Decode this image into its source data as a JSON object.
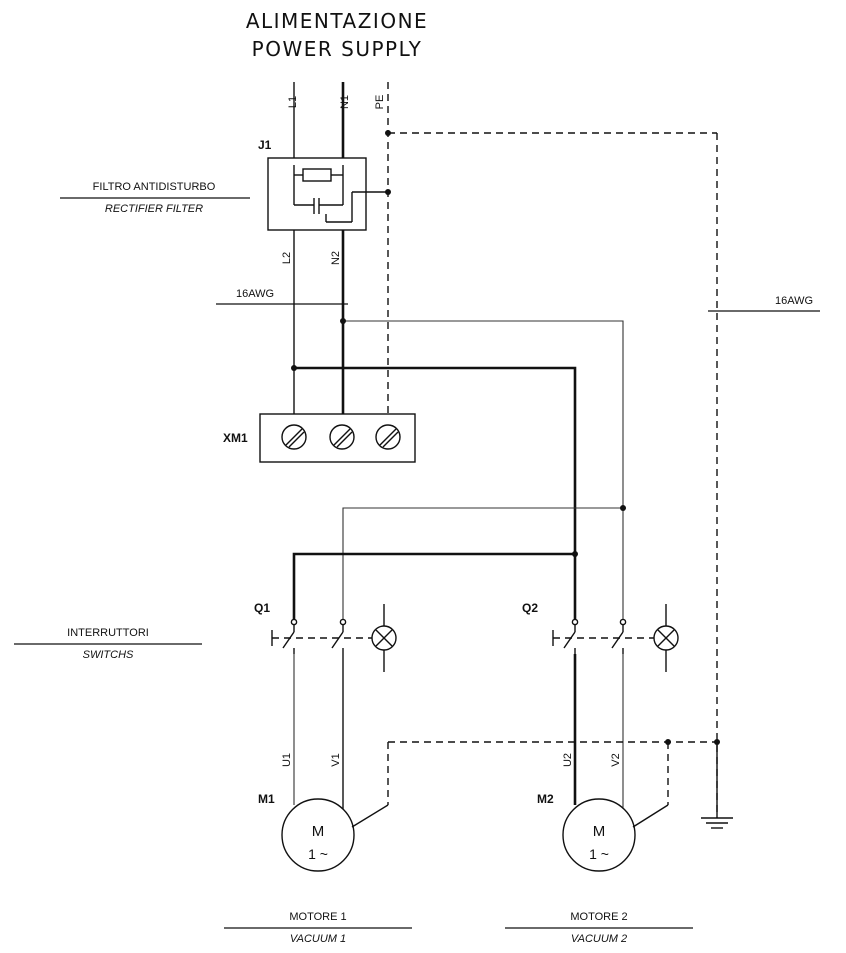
{
  "title": {
    "line1": "ALIMENTAZIONE",
    "line2": "POWER SUPPLY"
  },
  "supply_terminals": [
    "L1",
    "N1",
    "PE"
  ],
  "filter": {
    "ref": "J1",
    "label_it": "FILTRO ANTIDISTURBO",
    "label_en": "RECTIFIER FILTER",
    "outputs": [
      "L2",
      "N2"
    ]
  },
  "cable_left": "16AWG",
  "cable_right": "16AWG",
  "terminal_block": {
    "ref": "XM1"
  },
  "switches": {
    "label_it": "INTERRUTTORI",
    "label_en": "SWITCHS",
    "refs": [
      "Q1",
      "Q2"
    ]
  },
  "motors": [
    {
      "ref": "M1",
      "terminals": [
        "U1",
        "V1"
      ],
      "symbol": "M",
      "phase": "1 ~",
      "label_it": "MOTORE 1",
      "label_en": "VACUUM 1"
    },
    {
      "ref": "M2",
      "terminals": [
        "U2",
        "V2"
      ],
      "symbol": "M",
      "phase": "1 ~",
      "label_it": "MOTORE 2",
      "label_en": "VACUUM 2"
    }
  ]
}
